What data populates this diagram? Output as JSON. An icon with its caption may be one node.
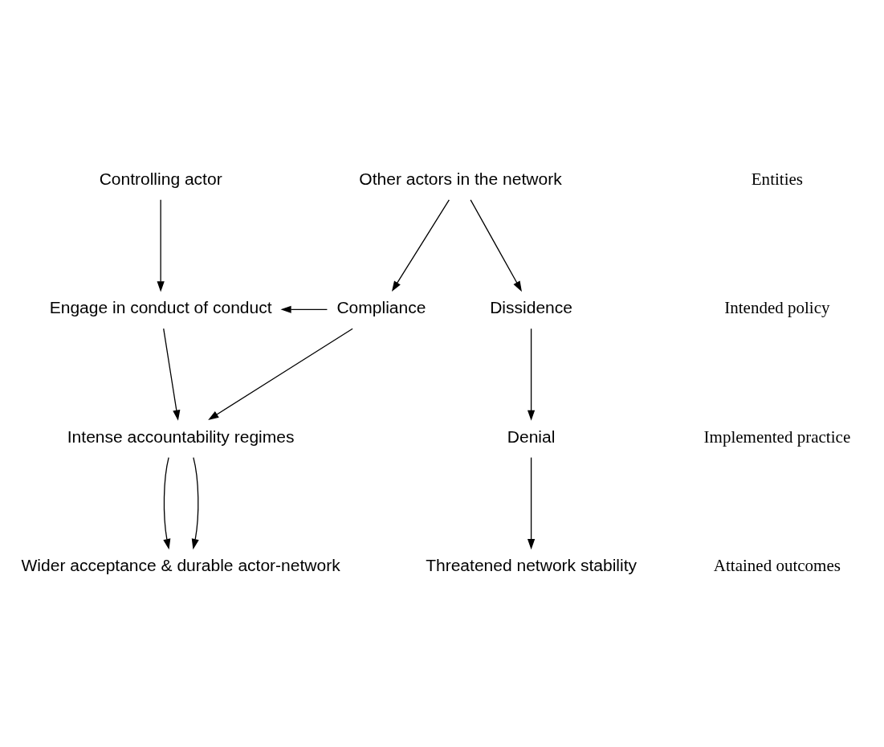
{
  "diagram": {
    "nodes": [
      {
        "text": [
          "Controlling actor"
        ]
      },
      {
        "text": [
          "Other actors in the network"
        ]
      },
      {
        "text": [
          "Engage in conduct of conduct"
        ]
      },
      {
        "text": [
          "Compliance"
        ]
      },
      {
        "text": [
          "Dissidence"
        ]
      },
      {
        "text": [
          "Intense accountability regimes"
        ]
      },
      {
        "text": [
          "Denial"
        ]
      },
      {
        "text": [
          "Wider acceptance & durable actor-network"
        ]
      },
      {
        "text": [
          "Threatened network stability"
        ]
      }
    ],
    "edges": [
      {
        "from": 0,
        "to": 2,
        "arrow": "to"
      },
      {
        "from": 1,
        "to": 3,
        "arrow": "to"
      },
      {
        "from": 1,
        "to": 4,
        "arrow": "to"
      },
      {
        "from": 3,
        "to": 2,
        "arrow": "to"
      },
      {
        "from": 2,
        "to": 5,
        "arrow": "to"
      },
      {
        "from": 3,
        "to": 5,
        "arrow": "to"
      },
      {
        "from": 4,
        "to": 6,
        "arrow": "to"
      },
      {
        "from": 5,
        "to": 7,
        "arrow": "to"
      },
      {
        "from": 5,
        "to": 7,
        "arrow": "to"
      },
      {
        "from": 6,
        "to": 8,
        "arrow": "to"
      }
    ],
    "labels": [
      "Entities",
      "Intended policy",
      "Implemented practice",
      "Attained outcomes"
    ]
  }
}
